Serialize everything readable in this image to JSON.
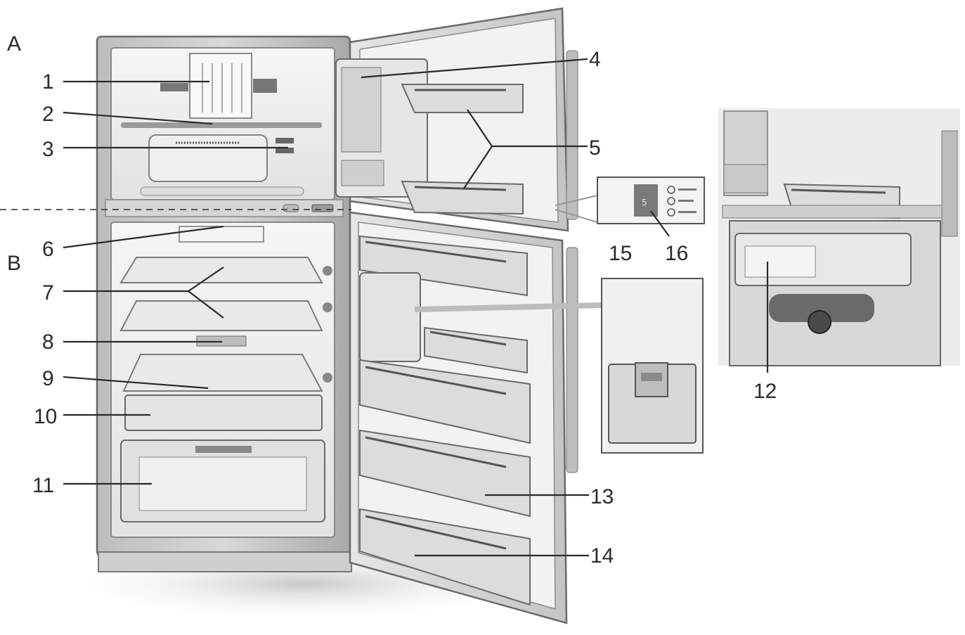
{
  "sections": {
    "freezer": "A",
    "fridge": "B"
  },
  "callouts": {
    "c1": "1",
    "c2": "2",
    "c3": "3",
    "c4": "4",
    "c5": "5",
    "c6": "6",
    "c7": "7",
    "c8": "8",
    "c9": "9",
    "c10": "10",
    "c11": "11",
    "c12": "12",
    "c13": "13",
    "c14": "14",
    "c15": "15",
    "c16": "16"
  },
  "palette": {
    "ink": "#2a2a2a",
    "body": "#cfcfcf",
    "interior": "#f1f1f1",
    "shade": "#a8a8a8"
  }
}
